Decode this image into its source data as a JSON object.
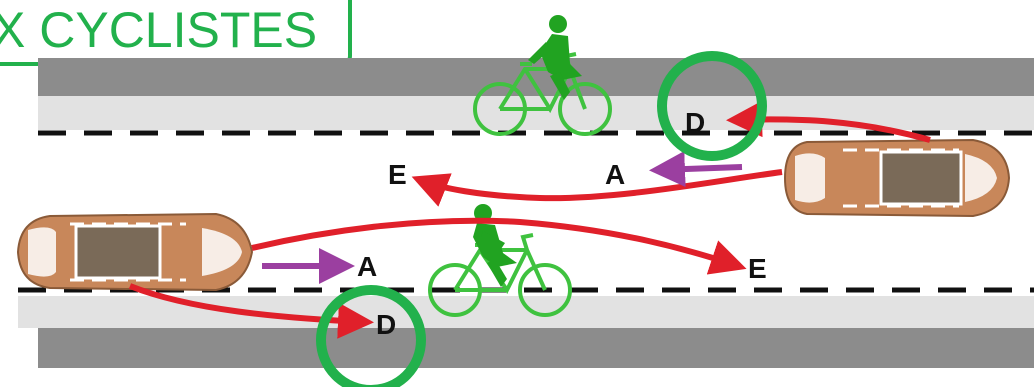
{
  "title": "X CYCLISTES",
  "labels": {
    "top_turn": "D",
    "top_stop": "A",
    "top_overtake": "E",
    "bottom_stop": "A",
    "bottom_overtake": "E",
    "bottom_turn": "D"
  },
  "colors": {
    "accent": "#22b14c",
    "cyclist": "#3fc23f",
    "arrow_red": "#e0202a",
    "arrow_purple": "#9b3fa0",
    "road_dark": "#8c8c8c",
    "road_light": "#e2e2e2",
    "car_body": "#c8875a",
    "car_roof": "#7a6a58"
  },
  "icons": [
    "bicycle-icon",
    "cyclist-icon",
    "car-icon"
  ]
}
